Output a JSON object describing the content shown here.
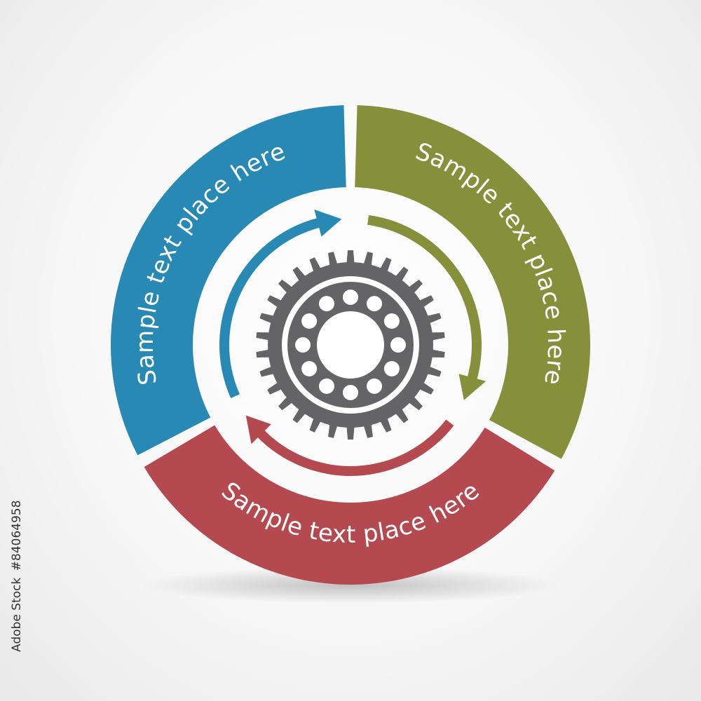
{
  "diagram": {
    "segments": [
      {
        "id": "blue",
        "label": "Sample text place here",
        "color": "#2889b5"
      },
      {
        "id": "green",
        "label": "Sample text place here",
        "color": "#86903a"
      },
      {
        "id": "red",
        "label": "Sample text place here",
        "color": "#b44a4f"
      }
    ],
    "arrow_colors": [
      "#2889b5",
      "#86903a",
      "#b44a4f"
    ],
    "gear": {
      "icon": "gear-icon",
      "color": "#646466",
      "hole_color": "#ffffff"
    },
    "ring_gap_color": "#ffffff"
  },
  "watermark": {
    "stock_source": "Adobe Stock",
    "stock_id": "#84064958"
  }
}
